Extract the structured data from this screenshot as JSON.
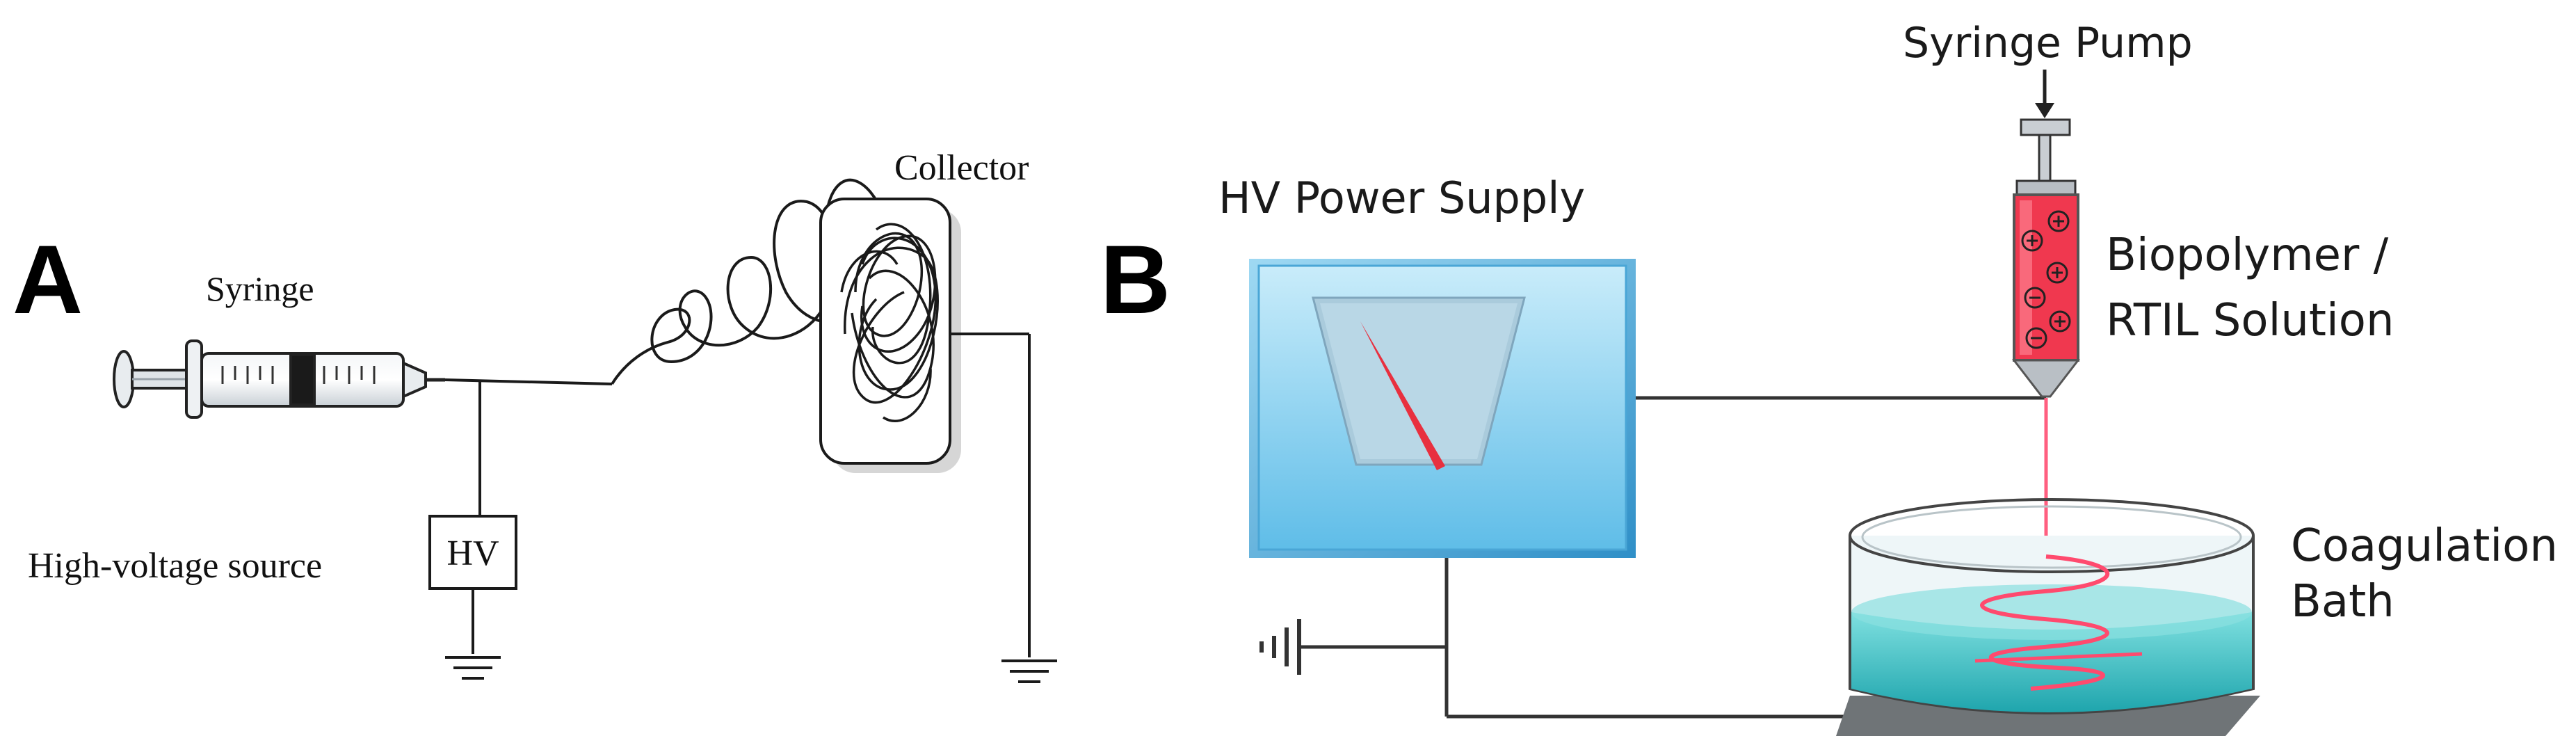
{
  "panel_a": {
    "letter": "A",
    "syringe_label": "Syringe",
    "collector_label": "Collector",
    "source_label": "High-voltage source",
    "hv_box_label": "HV"
  },
  "panel_b": {
    "letter": "B",
    "pump_label": "Syringe Pump",
    "power_supply_label": "HV Power Supply",
    "solution_label_line1": "Biopolymer /",
    "solution_label_line2": "RTIL Solution",
    "bath_label_line1": "Coagulation",
    "bath_label_line2": "Bath"
  },
  "colors": {
    "line": "#1a1a1a",
    "power_supply_top": "#bfe6f7",
    "power_supply_bottom": "#6cc3ea",
    "solution_red": "#f0384f",
    "fiber_pink": "#ff6b88",
    "bath_liquid": "#3cc1c6",
    "meter_face": "#a9cbdf"
  },
  "icons": [
    "syringe-icon",
    "collector-icon",
    "ground-icon",
    "syringe-pump-icon",
    "needle-icon",
    "power-supply-icon"
  ]
}
